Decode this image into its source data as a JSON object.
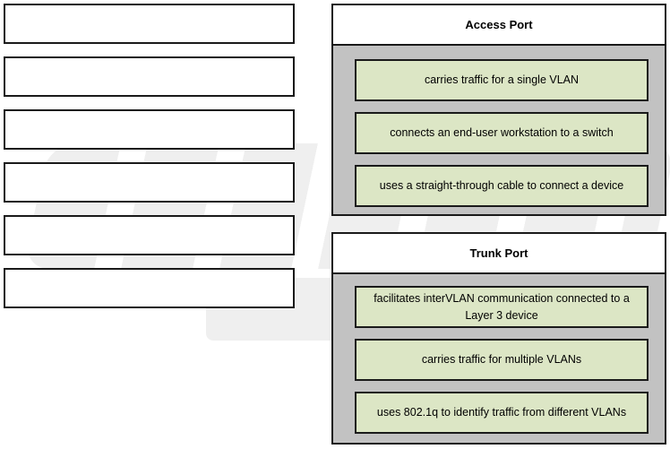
{
  "slots": [
    "",
    "",
    "",
    "",
    "",
    ""
  ],
  "access_port": {
    "title": "Access Port",
    "items": [
      "carries traffic for a single VLAN",
      "connects an end-user workstation to a switch",
      "uses a straight-through cable to connect a device"
    ]
  },
  "trunk_port": {
    "title": "Trunk Port",
    "items": [
      "facilitates interVLAN communication connected to a Layer 3 device",
      "carries traffic for multiple VLANs",
      "uses 802.1q to identify traffic from different VLANs"
    ]
  },
  "colors": {
    "item_fill": "#dce6c5",
    "panel_fill": "#c2c2c2",
    "border": "#1a1a1a"
  }
}
